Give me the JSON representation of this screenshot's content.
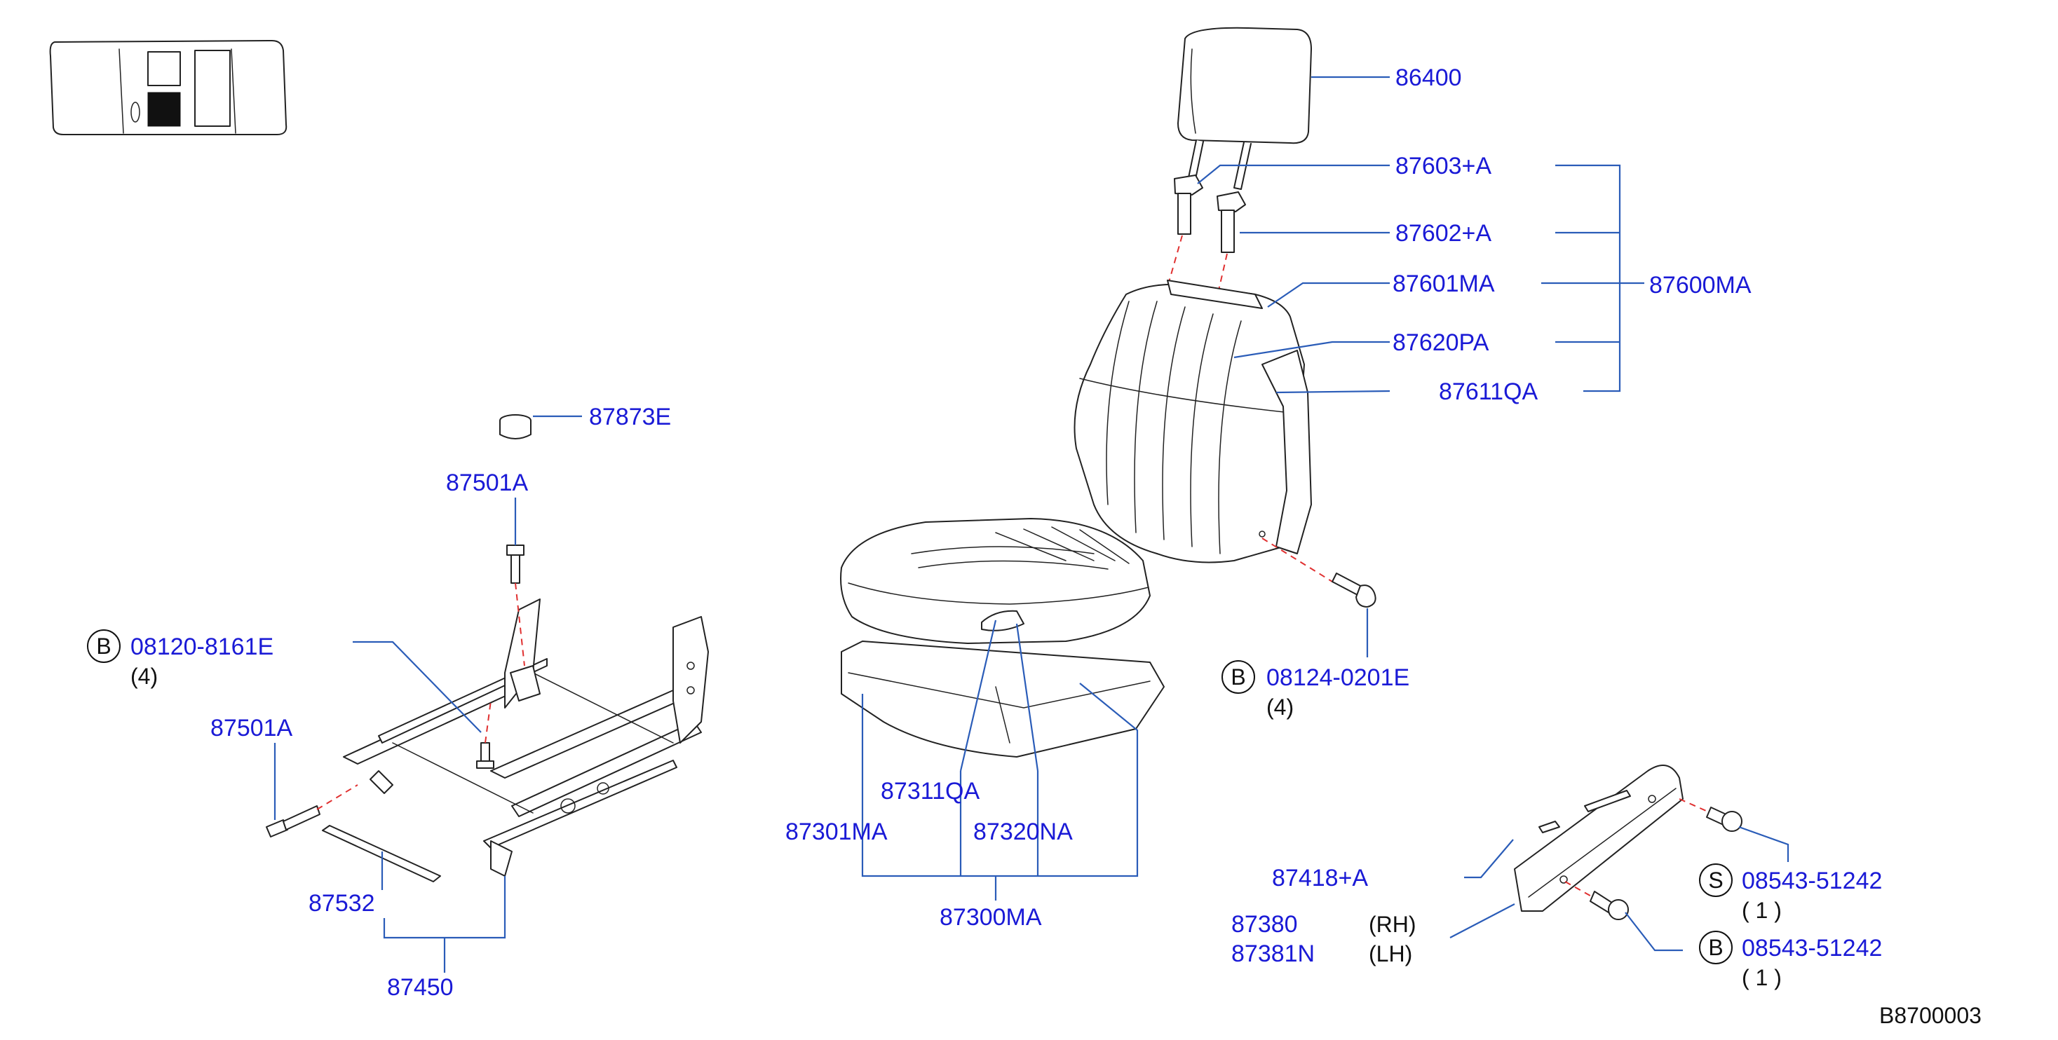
{
  "diagram_id": "B8700003",
  "parts": {
    "headrest": "86400",
    "guide_lock": "87603+A",
    "guide_free": "87602+A",
    "back_frame": "87601MA",
    "back_assy": "87600MA",
    "back_trim": "87620PA",
    "back_pad": "87611QA",
    "cap": "87873E",
    "bolt_top": "87501A",
    "bolt_left": "87501A",
    "bolt_b1": "08120-8161E",
    "bolt_b1_qty": "(4)",
    "bolt_b2": "08124-0201E",
    "bolt_b2_qty": "(4)",
    "cushion_trim": "87311QA",
    "cushion_pad": "87301MA",
    "cushion_frame": "87320NA",
    "cushion_assy": "87300MA",
    "slide_sheet": "87532",
    "adjuster_assy": "87450",
    "knob": "87418+A",
    "finisher_rh": "87380",
    "finisher_rh_side": "(RH)",
    "finisher_lh": "87381N",
    "finisher_lh_side": "(LH)",
    "screw_s": "08543-51242",
    "screw_s_qty": "(  1  )",
    "screw_b": "08543-51242",
    "screw_b_qty": "(  1  )"
  },
  "markers": {
    "b": "B",
    "s": "S"
  },
  "colors": {
    "part_number": "#1a1ad6",
    "leader": "#2a5cb8",
    "centerline": "#e03030"
  }
}
